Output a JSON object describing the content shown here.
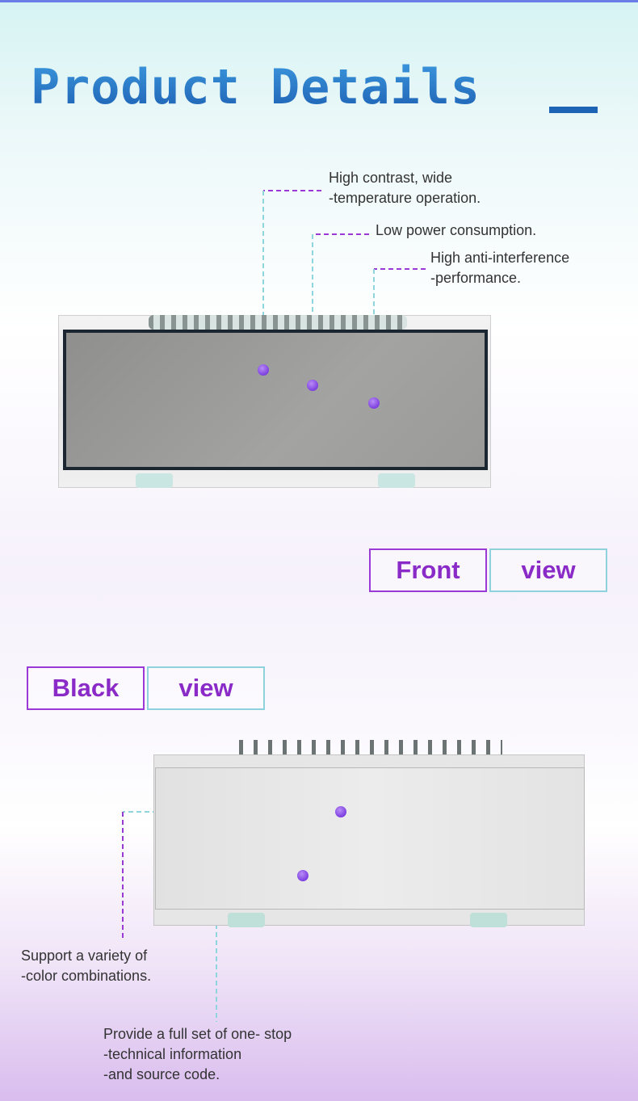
{
  "header": {
    "title": "Product Details"
  },
  "front": {
    "notes": [
      {
        "line1": "High contrast, wide",
        "line2": "-temperature operation."
      },
      {
        "line1": "Low power consumption.",
        "line2": ""
      },
      {
        "line1": "High anti-interference",
        "line2": "-performance."
      }
    ],
    "label": {
      "left": "Front",
      "right": "view"
    }
  },
  "back": {
    "label": {
      "left": "Black",
      "right": "view"
    },
    "notes": [
      {
        "line1": "Support a variety of",
        "line2": "-color combinations.",
        "line3": ""
      },
      {
        "line1": "Provide a full set of one- stop",
        "line2": "-technical information",
        "line3": "-and source code."
      }
    ]
  },
  "colors": {
    "accent_purple": "#8a2bc8",
    "title_blue": "#1d6fbf",
    "line_teal": "#7fd0d8",
    "dot_purple": "#7d3fe0"
  }
}
